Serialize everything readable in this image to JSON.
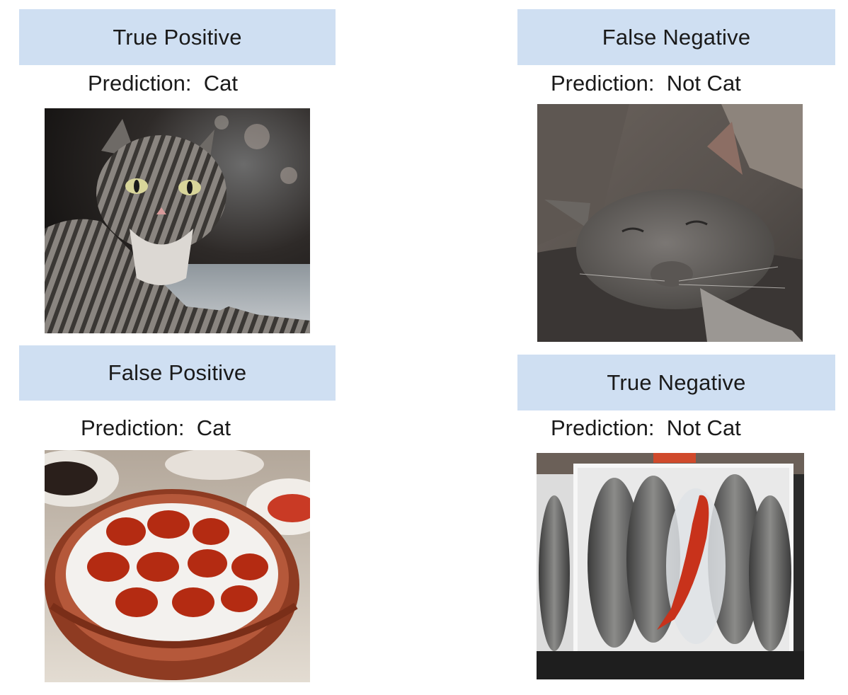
{
  "quadrants": {
    "true_positive": {
      "title": "True Positive",
      "prediction_label": "Prediction:",
      "prediction_value": "Cat",
      "image": "tabby-cat-photo"
    },
    "false_negative": {
      "title": "False Negative",
      "prediction_label": "Prediction:",
      "prediction_value": "Not Cat",
      "image": "sleeping-gray-cat-photo"
    },
    "false_positive": {
      "title": "False Positive",
      "prediction_label": "Prediction:",
      "prediction_value": "Cat",
      "image": "dumplings-in-steamer-photo"
    },
    "true_negative": {
      "title": "True Negative",
      "prediction_label": "Prediction:",
      "prediction_value": "Not Cat",
      "image": "fish-on-tray-photo"
    }
  },
  "colors": {
    "banner_background": "#cfdff2",
    "text": "#1a1a1a"
  }
}
